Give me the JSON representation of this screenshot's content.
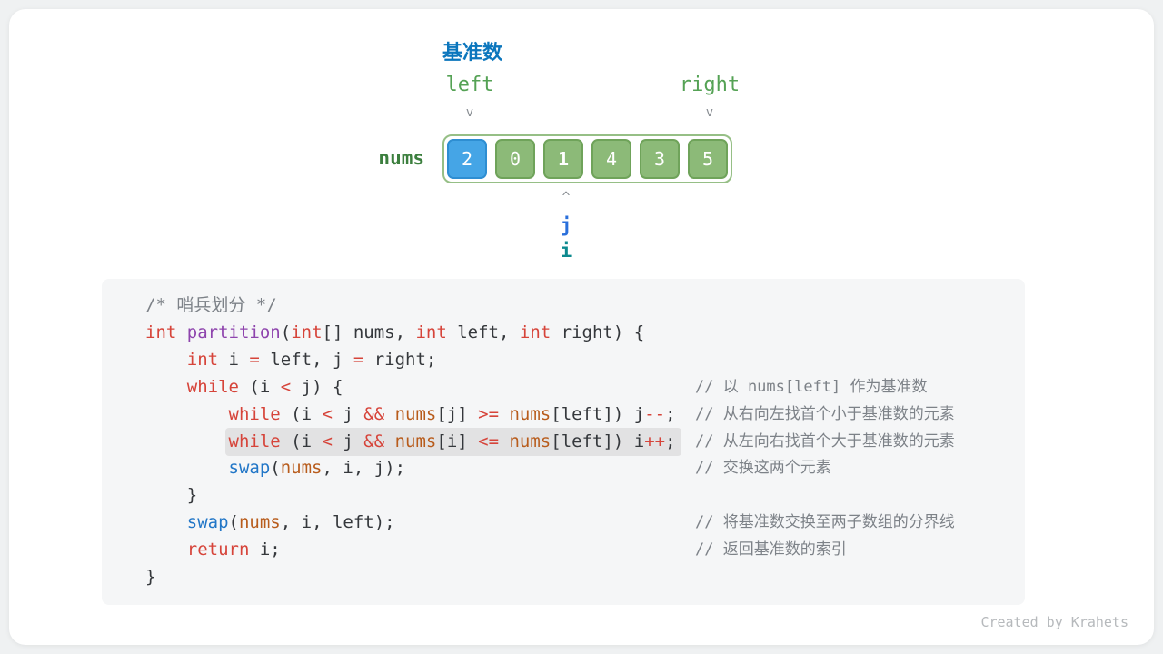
{
  "diagram": {
    "pivot_label": "基准数",
    "left_label": "left",
    "right_label": "right",
    "nums_label": "nums",
    "arrow_down_glyph": "v",
    "arrow_up_glyph": "^",
    "j_label": "j",
    "i_label": "i",
    "cells": [
      {
        "value": "2",
        "type": "pivot"
      },
      {
        "value": "0",
        "type": "normal"
      },
      {
        "value": "1",
        "type": "current"
      },
      {
        "value": "4",
        "type": "normal"
      },
      {
        "value": "3",
        "type": "normal"
      },
      {
        "value": "5",
        "type": "normal"
      }
    ]
  },
  "code": {
    "lines": [
      {
        "tokens": [
          {
            "c": "m",
            "t": "/* 哨兵划分 */"
          }
        ]
      },
      {
        "tokens": [
          {
            "c": "k",
            "t": "int"
          },
          {
            "c": "p",
            "t": " "
          },
          {
            "c": "f",
            "t": "partition"
          },
          {
            "c": "p",
            "t": "("
          },
          {
            "c": "k",
            "t": "int"
          },
          {
            "c": "p",
            "t": "[] nums, "
          },
          {
            "c": "k",
            "t": "int"
          },
          {
            "c": "p",
            "t": " left, "
          },
          {
            "c": "k",
            "t": "int"
          },
          {
            "c": "p",
            "t": " right) {"
          }
        ]
      },
      {
        "tokens": [
          {
            "c": "p",
            "t": "    "
          },
          {
            "c": "k",
            "t": "int"
          },
          {
            "c": "p",
            "t": " i "
          },
          {
            "c": "k",
            "t": "="
          },
          {
            "c": "p",
            "t": " left, j "
          },
          {
            "c": "k",
            "t": "="
          },
          {
            "c": "p",
            "t": " right;"
          }
        ]
      },
      {
        "tokens": [
          {
            "c": "p",
            "t": "    "
          },
          {
            "c": "k",
            "t": "while"
          },
          {
            "c": "p",
            "t": " (i "
          },
          {
            "c": "k",
            "t": "<"
          },
          {
            "c": "p",
            "t": " j) {"
          }
        ],
        "comment": "// 以 nums[left] 作为基准数"
      },
      {
        "tokens": [
          {
            "c": "p",
            "t": "        "
          },
          {
            "c": "k",
            "t": "while"
          },
          {
            "c": "p",
            "t": " (i "
          },
          {
            "c": "k",
            "t": "<"
          },
          {
            "c": "p",
            "t": " j "
          },
          {
            "c": "k",
            "t": "&&"
          },
          {
            "c": "p",
            "t": " "
          },
          {
            "c": "v",
            "t": "nums"
          },
          {
            "c": "p",
            "t": "[j] "
          },
          {
            "c": "k",
            "t": ">="
          },
          {
            "c": "p",
            "t": " "
          },
          {
            "c": "v",
            "t": "nums"
          },
          {
            "c": "p",
            "t": "[left]) j"
          },
          {
            "c": "k",
            "t": "--"
          },
          {
            "c": "p",
            "t": ";"
          }
        ],
        "comment": "// 从右向左找首个小于基准数的元素"
      },
      {
        "tokens": [
          {
            "c": "p",
            "t": "        "
          },
          {
            "c": "k",
            "t": "while"
          },
          {
            "c": "p",
            "t": " (i "
          },
          {
            "c": "k",
            "t": "<"
          },
          {
            "c": "p",
            "t": " j "
          },
          {
            "c": "k",
            "t": "&&"
          },
          {
            "c": "p",
            "t": " "
          },
          {
            "c": "v",
            "t": "nums"
          },
          {
            "c": "p",
            "t": "[i] "
          },
          {
            "c": "k",
            "t": "<="
          },
          {
            "c": "p",
            "t": " "
          },
          {
            "c": "v",
            "t": "nums"
          },
          {
            "c": "p",
            "t": "[left]) i"
          },
          {
            "c": "k",
            "t": "++"
          },
          {
            "c": "p",
            "t": ";"
          }
        ],
        "comment": "// 从左向右找首个大于基准数的元素",
        "highlight": true
      },
      {
        "tokens": [
          {
            "c": "p",
            "t": "        "
          },
          {
            "c": "c",
            "t": "swap"
          },
          {
            "c": "p",
            "t": "("
          },
          {
            "c": "v",
            "t": "nums"
          },
          {
            "c": "p",
            "t": ", i, j);"
          }
        ],
        "comment": "// 交换这两个元素"
      },
      {
        "tokens": [
          {
            "c": "p",
            "t": "    }"
          }
        ]
      },
      {
        "tokens": [
          {
            "c": "p",
            "t": "    "
          },
          {
            "c": "c",
            "t": "swap"
          },
          {
            "c": "p",
            "t": "("
          },
          {
            "c": "v",
            "t": "nums"
          },
          {
            "c": "p",
            "t": ", i, left);"
          }
        ],
        "comment": "// 将基准数交换至两子数组的分界线"
      },
      {
        "tokens": [
          {
            "c": "p",
            "t": "    "
          },
          {
            "c": "k",
            "t": "return"
          },
          {
            "c": "p",
            "t": " i;"
          }
        ],
        "comment": "// 返回基准数的索引"
      },
      {
        "tokens": [
          {
            "c": "p",
            "t": "}"
          }
        ]
      }
    ]
  },
  "watermark": "Created by Krahets",
  "colors": {
    "pivot-blue": "#0b76bd",
    "pointer-green": "#55a255",
    "nums-green": "#3c7f3e",
    "cell-outline": "#96bf86",
    "cell-green": "#8cba78",
    "cell-green-border": "#6fa35a",
    "cell-blue": "#45a5e6",
    "cell-blue-border": "#2e8ed2",
    "j-blue": "#2a6fdb",
    "i-teal": "#0d8a8f",
    "arrow-gray": "#8a8f94",
    "kw": "#d6443a",
    "func": "#8e44ad",
    "call": "#2176c7",
    "var": "#b85c1c",
    "comment": "#7d8288",
    "plain": "#35383c",
    "code-bg": "#f5f6f7",
    "highlight": "#e2e2e3",
    "watermark": "#b6b9bc"
  }
}
